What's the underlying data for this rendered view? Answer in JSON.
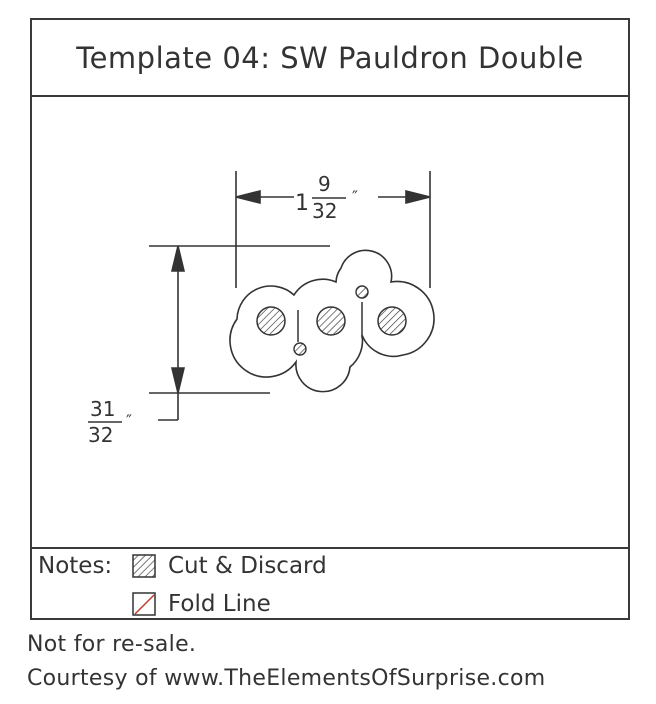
{
  "title": "Template 04: SW Pauldron Double",
  "dimensions": {
    "width": {
      "whole": "1",
      "numerator": "9",
      "denominator": "32",
      "unit": "″"
    },
    "height": {
      "numerator": "31",
      "denominator": "32",
      "unit": "″"
    }
  },
  "notes": {
    "label": "Notes:",
    "items": [
      {
        "icon": "hatched-square-icon",
        "label": "Cut & Discard"
      },
      {
        "icon": "fold-line-square-icon",
        "label": "Fold Line",
        "color": "#c0392b"
      }
    ]
  },
  "footer": {
    "line1": "Not for re-sale.",
    "line2": "Courtesy of www.TheElementsOfSurprise.com"
  }
}
